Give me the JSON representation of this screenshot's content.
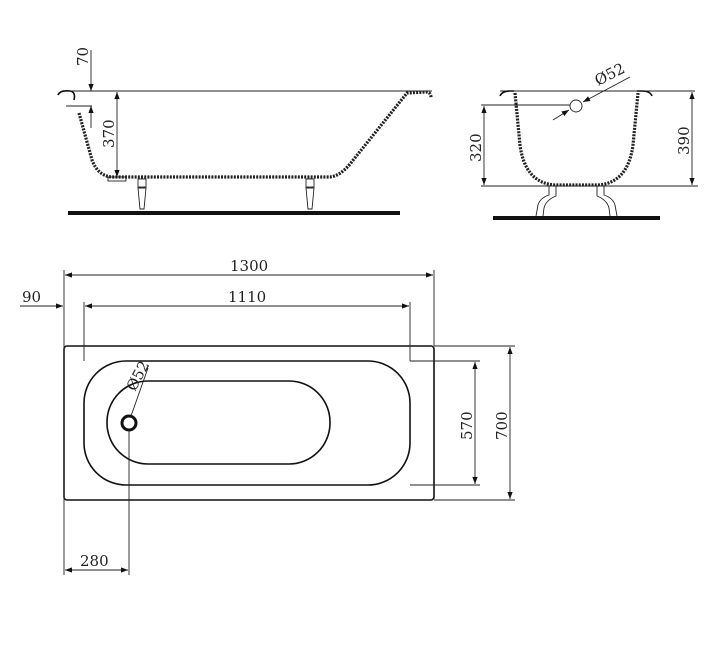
{
  "side_view": {
    "rim_height": "70",
    "depth": "370"
  },
  "end_view": {
    "drain_diameter": "Ø52",
    "drain_height": "320",
    "total_height": "390"
  },
  "plan_view": {
    "overall_length": "1300",
    "inner_length": "1110",
    "rim_offset": "90",
    "inner_width": "570",
    "overall_width": "700",
    "drain_offset": "280",
    "drain_diameter": "Ø52"
  }
}
